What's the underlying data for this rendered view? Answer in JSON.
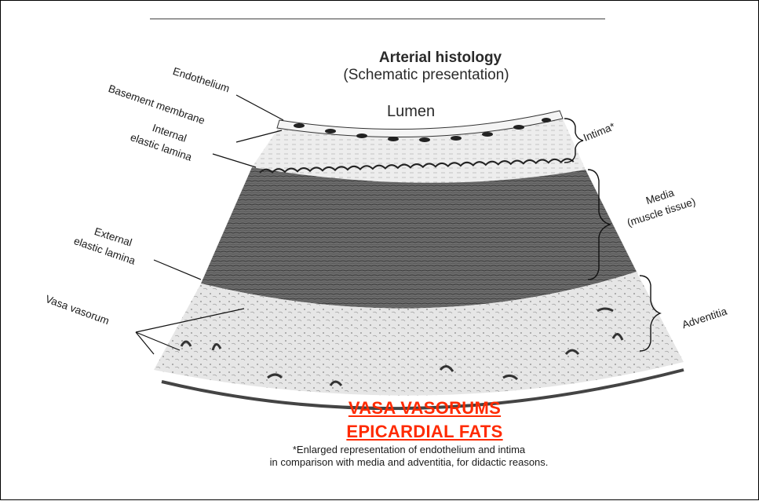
{
  "diagram": {
    "title": "Arterial histology",
    "subtitle": "(Schematic presentation)",
    "lumen_label": "Lumen",
    "left_labels": {
      "endothelium": "Endothelium",
      "basement_membrane": "Basement membrane",
      "internal_elastic_lamina_line1": "Internal",
      "internal_elastic_lamina_line2": "elastic lamina",
      "external_elastic_lamina_line1": "External",
      "external_elastic_lamina_line2": "elastic lamina",
      "vasa_vasorum": "Vasa vasorum"
    },
    "right_labels": {
      "intima": "Intima*",
      "media_line1": "Media",
      "media_line2": "(muscle tissue)",
      "adventitia": "Adventitia"
    },
    "highlight_labels": {
      "line1": "VASA VASORUMS",
      "line2": "EPICARDIAL FATS",
      "color": "#ff2a00"
    },
    "footnote": {
      "line1": "*Enlarged representation of endothelium and intima",
      "line2": "in comparison with media and adventitia, for didactic reasons."
    }
  }
}
